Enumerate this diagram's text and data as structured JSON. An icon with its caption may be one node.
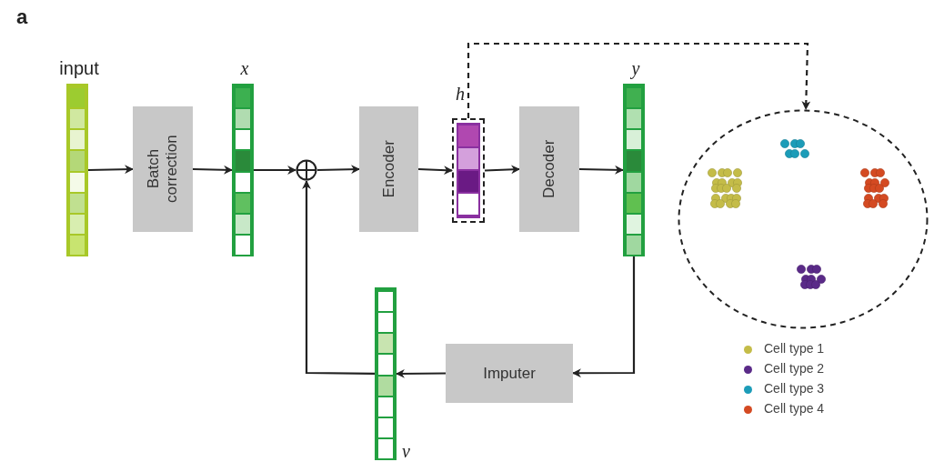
{
  "diagram": {
    "nodes": [
      {
        "text": [
          "input"
        ]
      },
      {
        "text": [
          "Batch correction"
        ]
      },
      {
        "text": [
          "x"
        ]
      },
      {
        "text": [],
        "shape": "circle"
      },
      {
        "text": [
          "Encoder"
        ]
      },
      {
        "text": [
          "h"
        ]
      },
      {
        "text": [
          "Decoder"
        ]
      },
      {
        "text": [
          "y"
        ]
      },
      {
        "text": [
          "Imputer"
        ]
      },
      {
        "text": [
          "v"
        ]
      },
      {
        "text": [],
        "shape": "circle"
      }
    ],
    "edges": [
      {
        "from": 0,
        "to": 1,
        "arrow": "to"
      },
      {
        "from": 1,
        "to": 2,
        "arrow": "to"
      },
      {
        "from": 2,
        "to": 3,
        "arrow": "to"
      },
      {
        "from": 3,
        "to": 4,
        "arrow": "to"
      },
      {
        "from": 4,
        "to": 5,
        "arrow": "to"
      },
      {
        "from": 5,
        "to": 6,
        "arrow": "to"
      },
      {
        "from": 6,
        "to": 7,
        "arrow": "to"
      },
      {
        "from": 7,
        "to": 8,
        "arrow": "to"
      },
      {
        "from": 8,
        "to": 9,
        "arrow": "to"
      },
      {
        "from": 9,
        "to": 3,
        "arrow": "to"
      },
      {
        "from": 5,
        "to": 10,
        "arrow": "to",
        "style": "dashed"
      }
    ],
    "labels": [
      "a"
    ],
    "legend": [
      {
        "text": "Cell type 1",
        "color": "#c4bc48"
      },
      {
        "text": "Cell type 2",
        "color": "#5a2a88"
      },
      {
        "text": "Cell type 3",
        "color": "#1c9cb8"
      },
      {
        "text": "Cell type 4",
        "color": "#d44a22"
      }
    ]
  }
}
